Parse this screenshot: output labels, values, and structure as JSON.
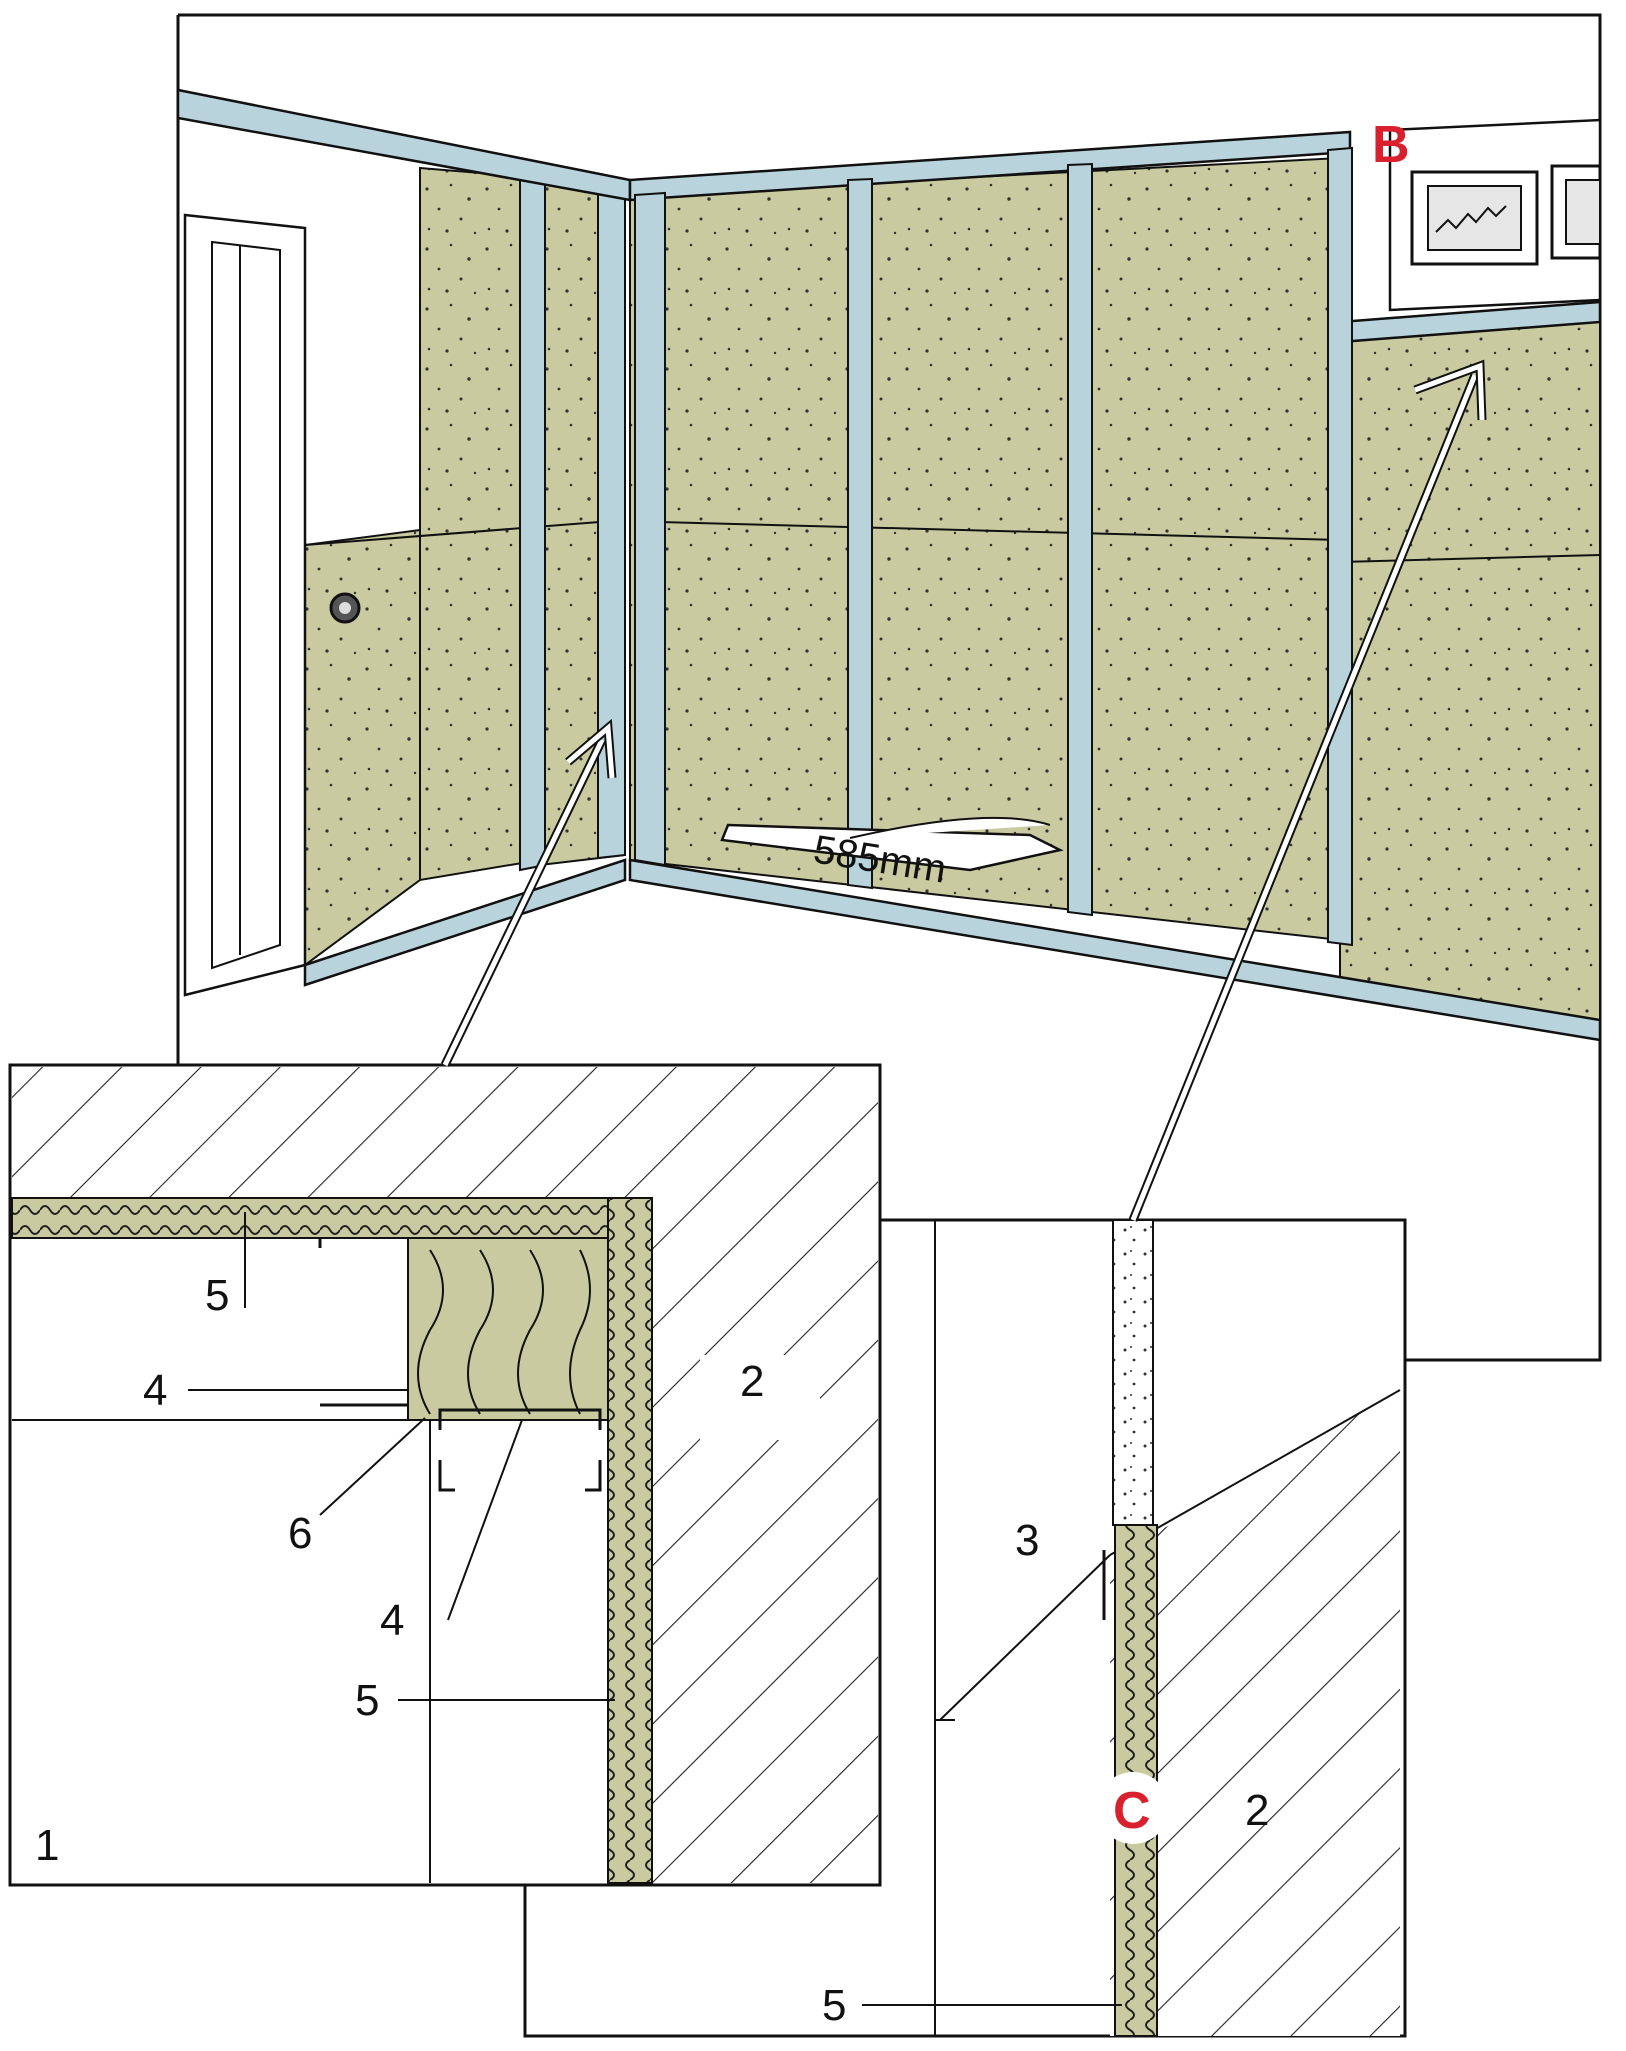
{
  "colors": {
    "ink": "#111111",
    "panel_green": "#c9caa0",
    "stud_blue": "#b9d3dc",
    "callout_red": "#d8202e",
    "hatch": "#222222",
    "background": "#ffffff"
  },
  "room_view": {
    "dimension_label": "585mm",
    "callout_b": "B"
  },
  "detail_1": {
    "corner_label": "1",
    "labels": {
      "top_5": "5",
      "upper_4": "4",
      "label_6": "6",
      "lower_4": "4",
      "side_5": "5",
      "wall_2": "2"
    }
  },
  "detail_c": {
    "callout_c": "C",
    "labels": {
      "label_3": "3",
      "wall_2": "2",
      "bottom_5": "5"
    }
  }
}
